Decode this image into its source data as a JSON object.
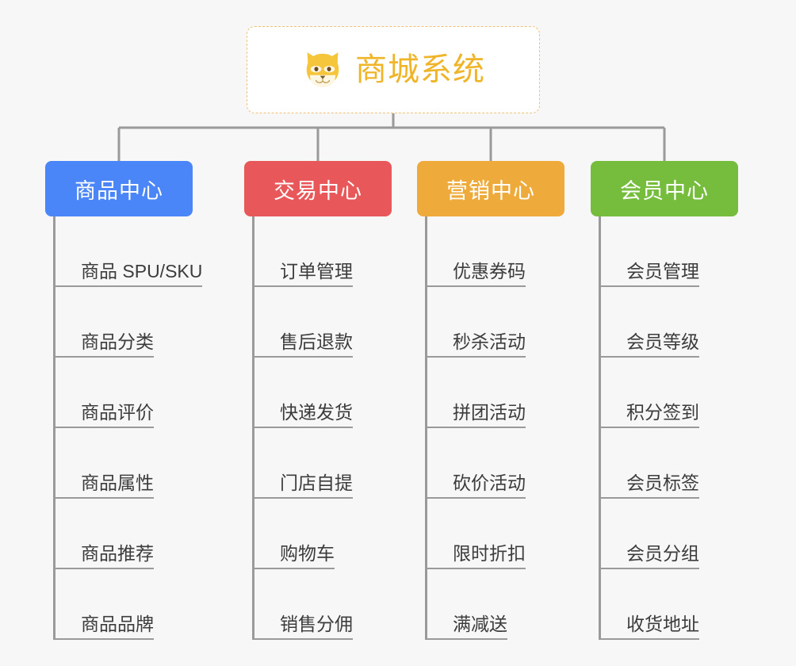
{
  "diagram": {
    "type": "org-chart",
    "background": "#f7f7f7",
    "line_color": "#9a9a9a",
    "root": {
      "title": "商城系统",
      "icon": "shiba-dog-face-icon",
      "text_color": "#f0b429",
      "border_color": "#f0c278",
      "background": "#ffffff"
    },
    "branches": [
      {
        "id": "product-center",
        "label": "商品中心",
        "color": "#4a86f7",
        "items": [
          "商品 SPU/SKU",
          "商品分类",
          "商品评价",
          "商品属性",
          "商品推荐",
          "商品品牌"
        ]
      },
      {
        "id": "trade-center",
        "label": "交易中心",
        "color": "#e8585a",
        "items": [
          "订单管理",
          "售后退款",
          "快递发货",
          "门店自提",
          "购物车",
          "销售分佣"
        ]
      },
      {
        "id": "marketing-center",
        "label": "营销中心",
        "color": "#eeab3b",
        "items": [
          "优惠券码",
          "秒杀活动",
          "拼团活动",
          "砍价活动",
          "限时折扣",
          "满减送"
        ]
      },
      {
        "id": "member-center",
        "label": "会员中心",
        "color": "#76bd3e",
        "items": [
          "会员管理",
          "会员等级",
          "积分签到",
          "会员标签",
          "会员分组",
          "收货地址"
        ]
      }
    ]
  }
}
